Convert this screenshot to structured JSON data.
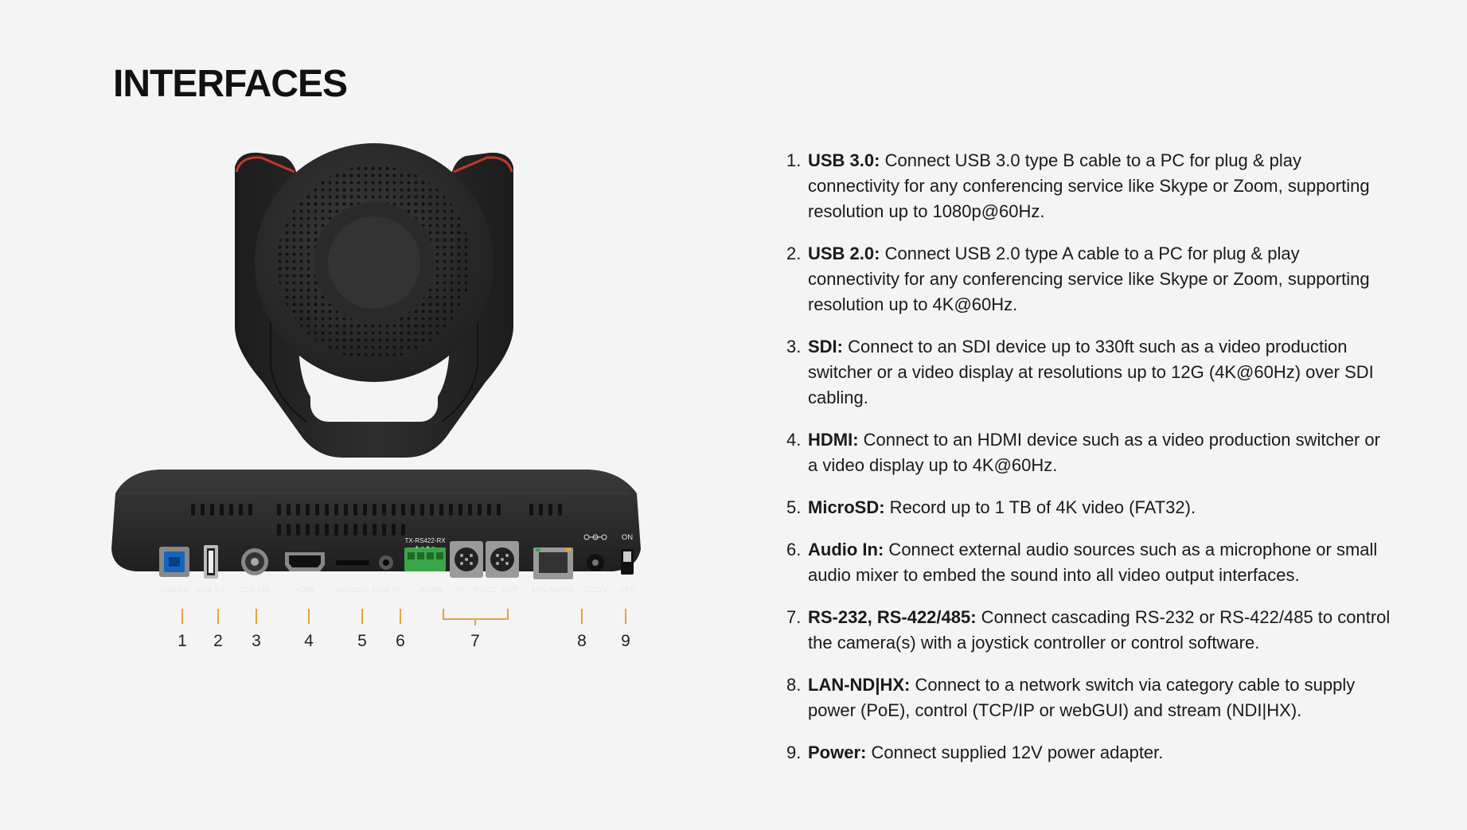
{
  "title": "INTERFACES",
  "figure": {
    "callouts": [
      "1",
      "2",
      "3",
      "4",
      "5",
      "6",
      "7",
      "8",
      "9"
    ],
    "port_labels": {
      "usb30": "USB 3.0",
      "usb20": "USB 2.0",
      "sdi": "12G-SDI",
      "hdmi": "HDMI",
      "microsd": "microSDXC",
      "linein": "LINE IN",
      "rs485": "RS485",
      "rs485_signs": "+ −",
      "tx_rs422_rx": "TX-RS422-RX",
      "rs422_signs": "+ − + −",
      "rs232_in": "IN",
      "rs232": "RS232",
      "rs232_out": "OUT",
      "lan": "LAN-NDI|HX",
      "dc12v": "DC12V",
      "on": "ON",
      "off": "OFF"
    },
    "colors": {
      "body": "#2b2b2b",
      "accent_red": "#c0392b",
      "usb3_blue": "#1565c0",
      "callout_orange": "#e8a13a",
      "terminal_green": "#3aa64a"
    }
  },
  "specs": [
    {
      "num": "1.",
      "term": "USB 3.0:",
      "text": " Connect USB 3.0 type B cable to a PC for plug & play connectivity for any conferencing service like Skype or Zoom, supporting resolution up to 1080p@60Hz."
    },
    {
      "num": "2.",
      "term": "USB 2.0:",
      "text": " Connect USB 2.0 type A cable to a PC for plug & play connectivity for any conferencing service like Skype or Zoom, supporting resolution up to 4K@60Hz."
    },
    {
      "num": "3.",
      "term": "SDI:",
      "text": " Connect to an SDI device up to 330ft such as a video production switcher or a video display at resolutions up to 12G (4K@60Hz) over SDI cabling."
    },
    {
      "num": "4.",
      "term": "HDMI:",
      "text": " Connect to an HDMI device such as a video production switcher or a video display up to 4K@60Hz."
    },
    {
      "num": "5.",
      "term": "MicroSD:",
      "text": " Record up to 1 TB of 4K video (FAT32)."
    },
    {
      "num": "6.",
      "term": "Audio In:",
      "text": " Connect external audio sources such as a microphone or small audio mixer to embed the sound into all video output interfaces."
    },
    {
      "num": "7.",
      "term": "RS-232, RS-422/485:",
      "text": " Connect cascading RS-232 or RS-422/485 to control the camera(s) with a joystick controller or control software."
    },
    {
      "num": "8.",
      "term": "LAN-ND|HX:",
      "text": " Connect to a network switch via category cable to supply power (PoE), control (TCP/IP or webGUI) and stream (NDI|HX)."
    },
    {
      "num": "9.",
      "term": "Power:",
      "text": " Connect supplied 12V power adapter."
    }
  ]
}
